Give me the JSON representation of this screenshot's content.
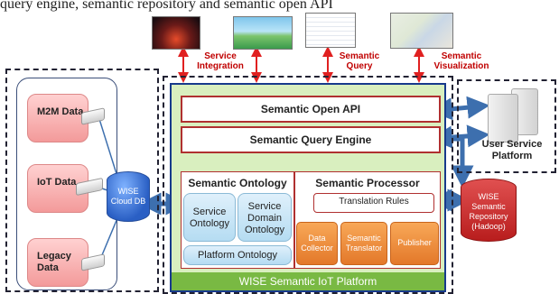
{
  "caption": "query engine, semantic repository and semantic open API",
  "top_labels": {
    "service_integration": "Service Integration",
    "semantic_query": "Semantic Query",
    "semantic_visualization": "Semantic Visualization"
  },
  "left": {
    "m2m": "M2M Data",
    "iot": "IoT Data",
    "legacy": "Legacy Data",
    "cloud_db": "WISE Cloud DB"
  },
  "platform": {
    "open_api": "Semantic Open API",
    "query_engine": "Semantic Query Engine",
    "ontology": {
      "title": "Semantic Ontology",
      "service": "Service Ontology",
      "service_domain": "Service Domain Ontology",
      "platform": "Platform Ontology"
    },
    "processor": {
      "title": "Semantic Processor",
      "translation_rules": "Translation Rules",
      "data_collector": "Data Collector",
      "semantic_translator": "Semantic Translator",
      "publisher": "Publisher"
    },
    "footer": "WISE Semantic IoT Platform"
  },
  "right": {
    "user_service_platform": "User Service Platform",
    "repository": "WISE Semantic Repository (Hadoop)"
  },
  "colors": {
    "platform_bg": "#d9efbf",
    "platform_footer": "#79b943",
    "arrow_red": "#e02020",
    "arrow_blue": "#3d6fae",
    "section_border": "#b03030"
  }
}
